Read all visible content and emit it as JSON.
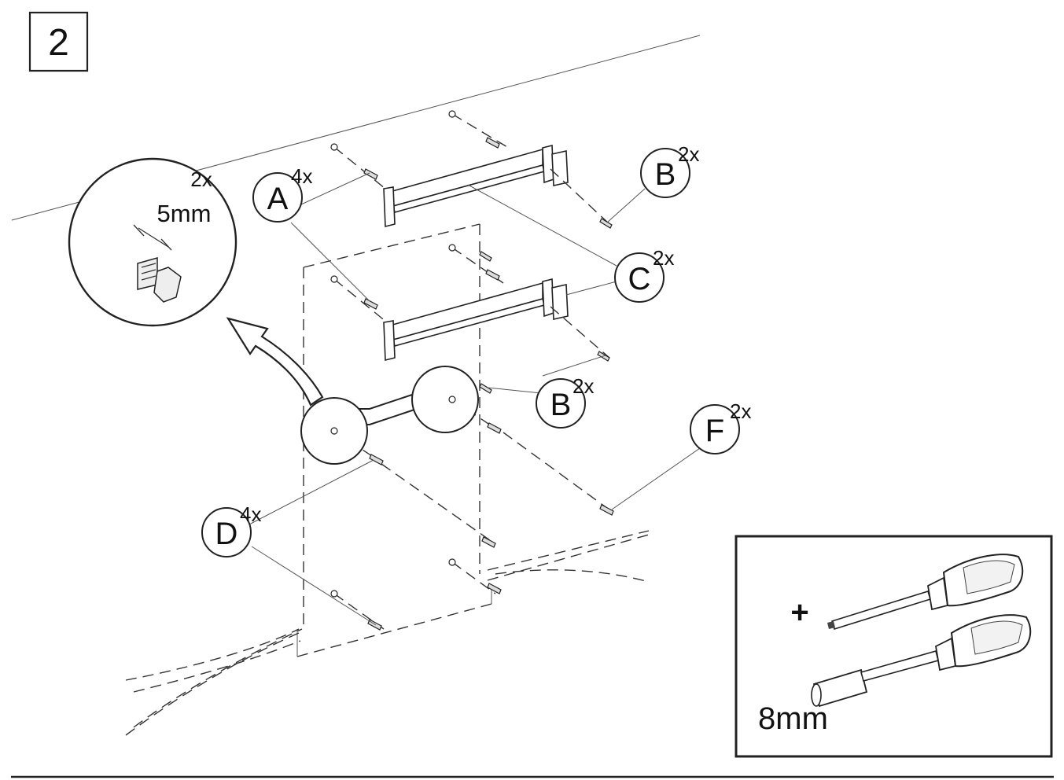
{
  "step": {
    "number": "2"
  },
  "callouts": [
    {
      "id": "A",
      "letter": "A",
      "qty": "4x"
    },
    {
      "id": "B_top",
      "letter": "B",
      "qty": "2x"
    },
    {
      "id": "C",
      "letter": "C",
      "qty": "2x"
    },
    {
      "id": "B_mid",
      "letter": "B",
      "qty": "2x"
    },
    {
      "id": "F",
      "letter": "F",
      "qty": "2x"
    },
    {
      "id": "D",
      "letter": "D",
      "qty": "4x"
    }
  ],
  "detail": {
    "qty": "2x",
    "gap": "5mm"
  },
  "tools": {
    "bit": "8mm",
    "phillips_symbol": "+"
  }
}
